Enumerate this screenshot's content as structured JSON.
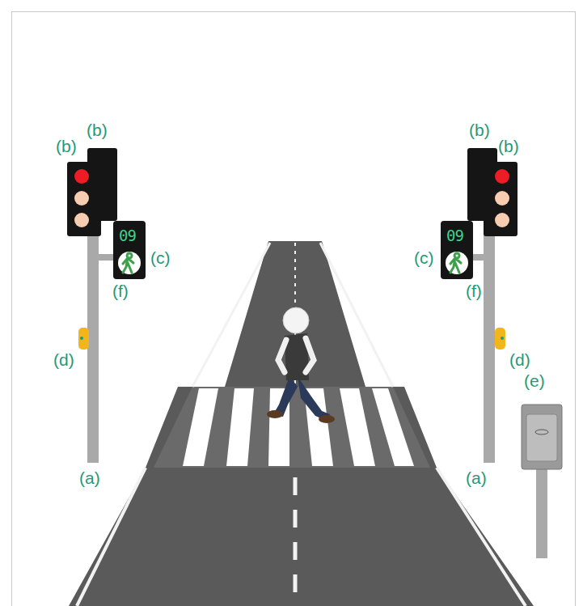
{
  "diagram": {
    "labels": [
      "(b)",
      "(b)",
      "(b)",
      "(b)",
      "09",
      "(c)",
      "09",
      "(c)",
      "(f)",
      "(f)",
      "(d)",
      "(d)",
      "(e)",
      "(a)",
      "(a)"
    ]
  }
}
